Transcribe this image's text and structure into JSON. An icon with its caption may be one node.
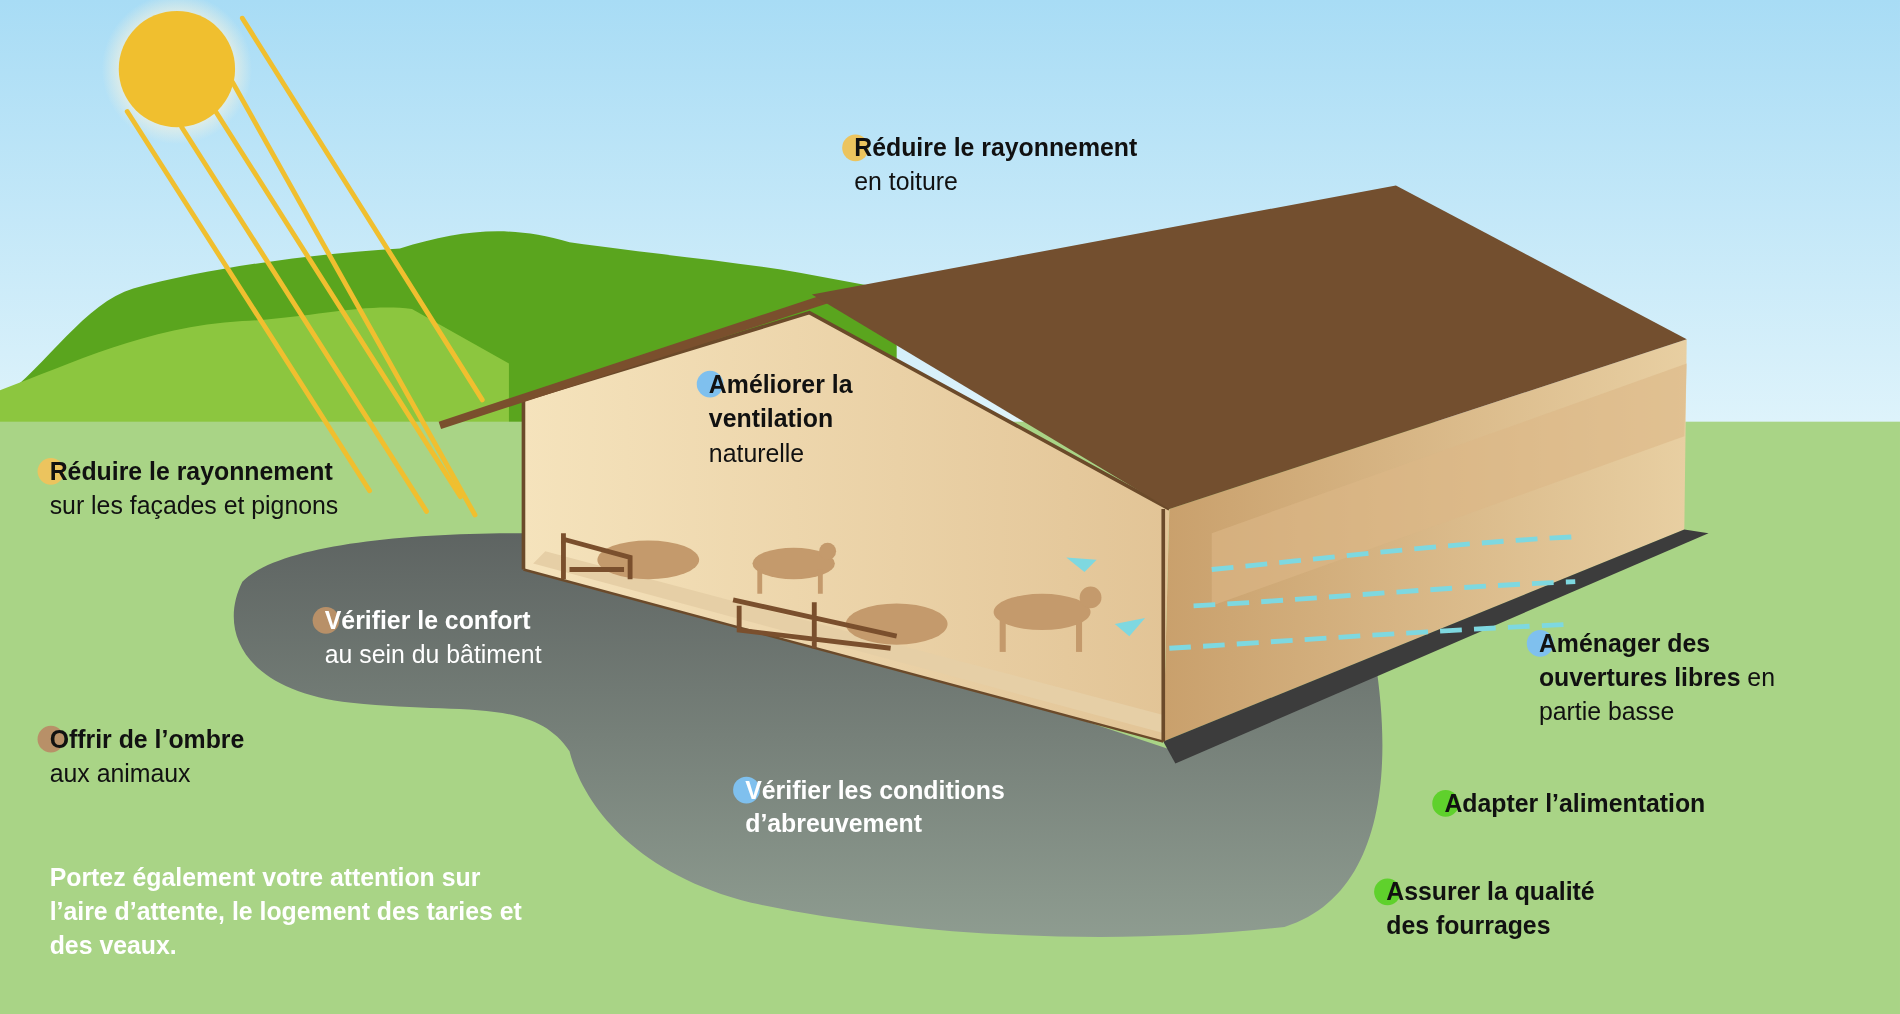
{
  "diagram": {
    "labels": [
      "Réduire le rayonnement",
      "en toiture",
      "Améliorer la ventilation",
      "naturelle",
      "Réduire le rayonnement",
      "sur les façades et pignons",
      "Vérifier le confort",
      "au sein du bâtiment",
      "**Aménager des ouvertures libres** en partie basse",
      "Offrir de l’ombre",
      "aux animaux",
      "Vérifier les conditions d’abreuvement",
      "Adapter l’alimentation",
      "Assurer la qualité des fourrages",
      "Portez également votre attention sur l’aire d’attente, le logement des taries et des veaux."
    ]
  }
}
